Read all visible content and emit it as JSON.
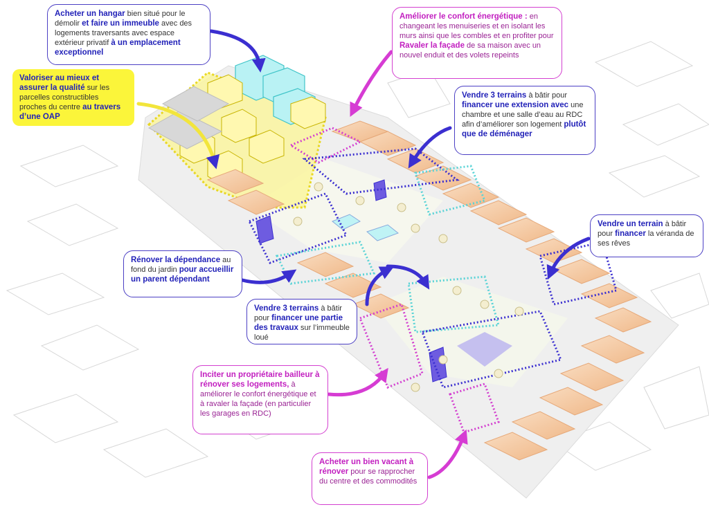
{
  "callouts": {
    "hangar": [
      "Acheter un hangar",
      " bien situé pour le démolir ",
      "et faire un immeuble",
      " avec des logements traversants avec espace extérieur privatif ",
      "à un emplacement exceptionnel"
    ],
    "valoriser": [
      "Valoriser au mieux et assurer la qualité",
      " sur les parcelles constructibles proches du centre ",
      "au travers d’une OAP"
    ],
    "confort": [
      "Améliorer le confort énergétique :",
      " en changeant les menuiseries et en isolant les murs ainsi que les combles et en profiter pour ",
      "Ravaler la façade",
      " de sa maison avec un nouvel enduit et des volets repeints"
    ],
    "extension": [
      "Vendre 3 terrains",
      " à bâtir pour ",
      "financer une extension avec",
      " une chambre et une salle d’eau au RDC afin d’améliorer son logement ",
      "plutôt que de déménager"
    ],
    "veranda": [
      "Vendre un terrain",
      " à bâtir pour ",
      "financer",
      " la véranda de ses rêves"
    ],
    "dependance": [
      "Rénover la dépendance",
      " au fond du jardin ",
      "pour accueillir un parent dépendant"
    ],
    "travaux": [
      "Vendre 3 terrains",
      " à bâtir pour ",
      "financer une partie des travaux",
      " sur l’immeuble loué"
    ],
    "bailleur": [
      "Inciter un propriétaire bailleur à rénover ses logements,",
      " à améliorer le confort énergétique et à ravaler la façade (en particulier les garages en RDC)"
    ],
    "vacant": [
      "Acheter un bien vacant à rénover",
      " pour se rapprocher du centre et des commodités"
    ]
  },
  "colors": {
    "blue_text": "#2222b8",
    "blue_border": "#4b3fc4",
    "pink_text": "#c21fc0",
    "pink_border": "#d33fd0",
    "yellow_fill": "#fbf53a",
    "roof_orange": "#f5c9a0",
    "arrow_blue": "#3b2fd0",
    "arrow_pink": "#d63cd3"
  }
}
